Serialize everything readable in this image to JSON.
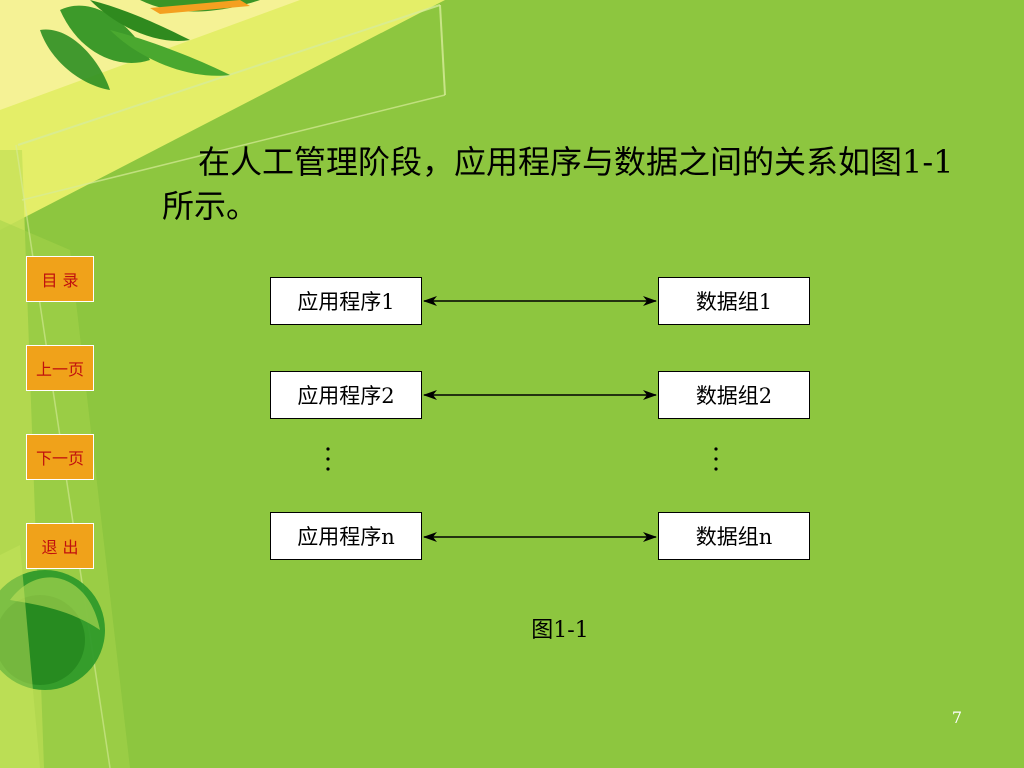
{
  "slide": {
    "intro_text": "在人工管理阶段，应用程序与数据之间的关系如图1-1所示。",
    "caption": "图1-1",
    "page_number": "7"
  },
  "nav": {
    "contents": "目 录",
    "previous": "上一页",
    "next": "下一页",
    "exit": "退 出"
  },
  "diagram": {
    "programs": [
      "应用程序1",
      "应用程序2",
      "应用程序n"
    ],
    "datasets": [
      "数据组1",
      "数据组2",
      "数据组n"
    ],
    "relation": "bidirectional"
  },
  "colors": {
    "background": "#8dc63f",
    "nav_button": "#f0a21a",
    "nav_text": "#c0100e"
  }
}
